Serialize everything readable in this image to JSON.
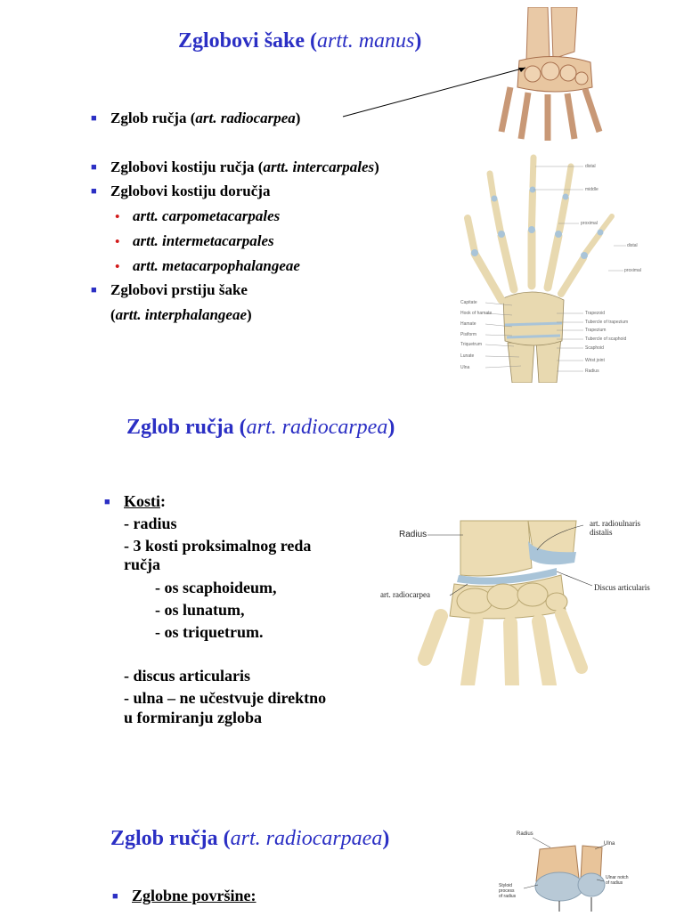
{
  "section1": {
    "title_prefix": "Zglobovi šake (",
    "title_italic": "artt. manus",
    "title_suffix": ")",
    "items": [
      {
        "pre": "Zglob ručja (",
        "it": "art. radiocarpea",
        "post": ")"
      },
      {
        "pre": "Zglobovi kostiju ručja (",
        "it": "artt. intercarpales",
        "post": ")"
      },
      {
        "pre": "Zglobovi kostiju doručja",
        "it": "",
        "post": ""
      }
    ],
    "subitems": [
      "artt. carpometacarpales",
      "artt. intermetacarpales",
      "artt. metacarpophalangeae"
    ],
    "last_item_line1": "Zglobovi prstiju šake",
    "last_item_line2_pre": "(",
    "last_item_line2_it": "artt. interphalangeae",
    "last_item_line2_post": ")",
    "hand_labels": {
      "distal": "distal",
      "middle": "middle",
      "proximal": "proximal",
      "distal_r": "distal",
      "proximal_r": "proximal",
      "capitate": "Capitate",
      "hook_hamate": "Hook of hamate",
      "hamate": "Hamate",
      "pisiform": "Pisiform",
      "triquetrum": "Triquetrum",
      "lunate": "Lunate",
      "ulna": "Ulna",
      "trapezoid": "Trapezoid",
      "tubercle_trapezium": "Tubercle of trapezium",
      "trapezium": "Trapezium",
      "tubercle_scaphoid": "Tubercle of scaphoid",
      "scaphoid": "Scaphoid",
      "wrist_joint": "Wrist joint",
      "radius": "Radius"
    }
  },
  "section2": {
    "title_prefix": "Zglob ručja (",
    "title_italic": "art. radiocarpea",
    "title_suffix": ")",
    "kosti_label": "Kosti",
    "kosti_colon": ":",
    "lines": [
      "- radius",
      "- 3 kosti proksimalnog reda",
      "ručja",
      "- os scaphoideum,",
      "- os lunatum,",
      "- os triquetrum.",
      "- discus articularis",
      "- ulna – ne učestvuje direktno",
      "u formiranju zgloba"
    ],
    "figure_labels": {
      "radius": "Radius",
      "radioulnaris": "art. radioulnaris",
      "distalis": "distalis",
      "radiocarpea": "art. radiocarpea",
      "discus": "Discus articularis"
    }
  },
  "section3": {
    "title_prefix": "Zglob ručja (",
    "title_italic": "art. radiocarpaea",
    "title_suffix": ")",
    "item_label": "Zglobne površine:",
    "figure_labels": {
      "radius": "Radius",
      "ulna": "Ulna",
      "styloid_1": "Styloid",
      "styloid_2": "process",
      "styloid_3": "of radius",
      "ulnar_notch_1": "Ulnar notch",
      "ulnar_notch_2": "of radius"
    }
  },
  "colors": {
    "title_blue": "#2b2fc4",
    "bullet_blue": "#2b2fc4",
    "bullet_red": "#d21a1a",
    "bone": "#e8d9b0",
    "cartilage": "#a9c4d8"
  }
}
